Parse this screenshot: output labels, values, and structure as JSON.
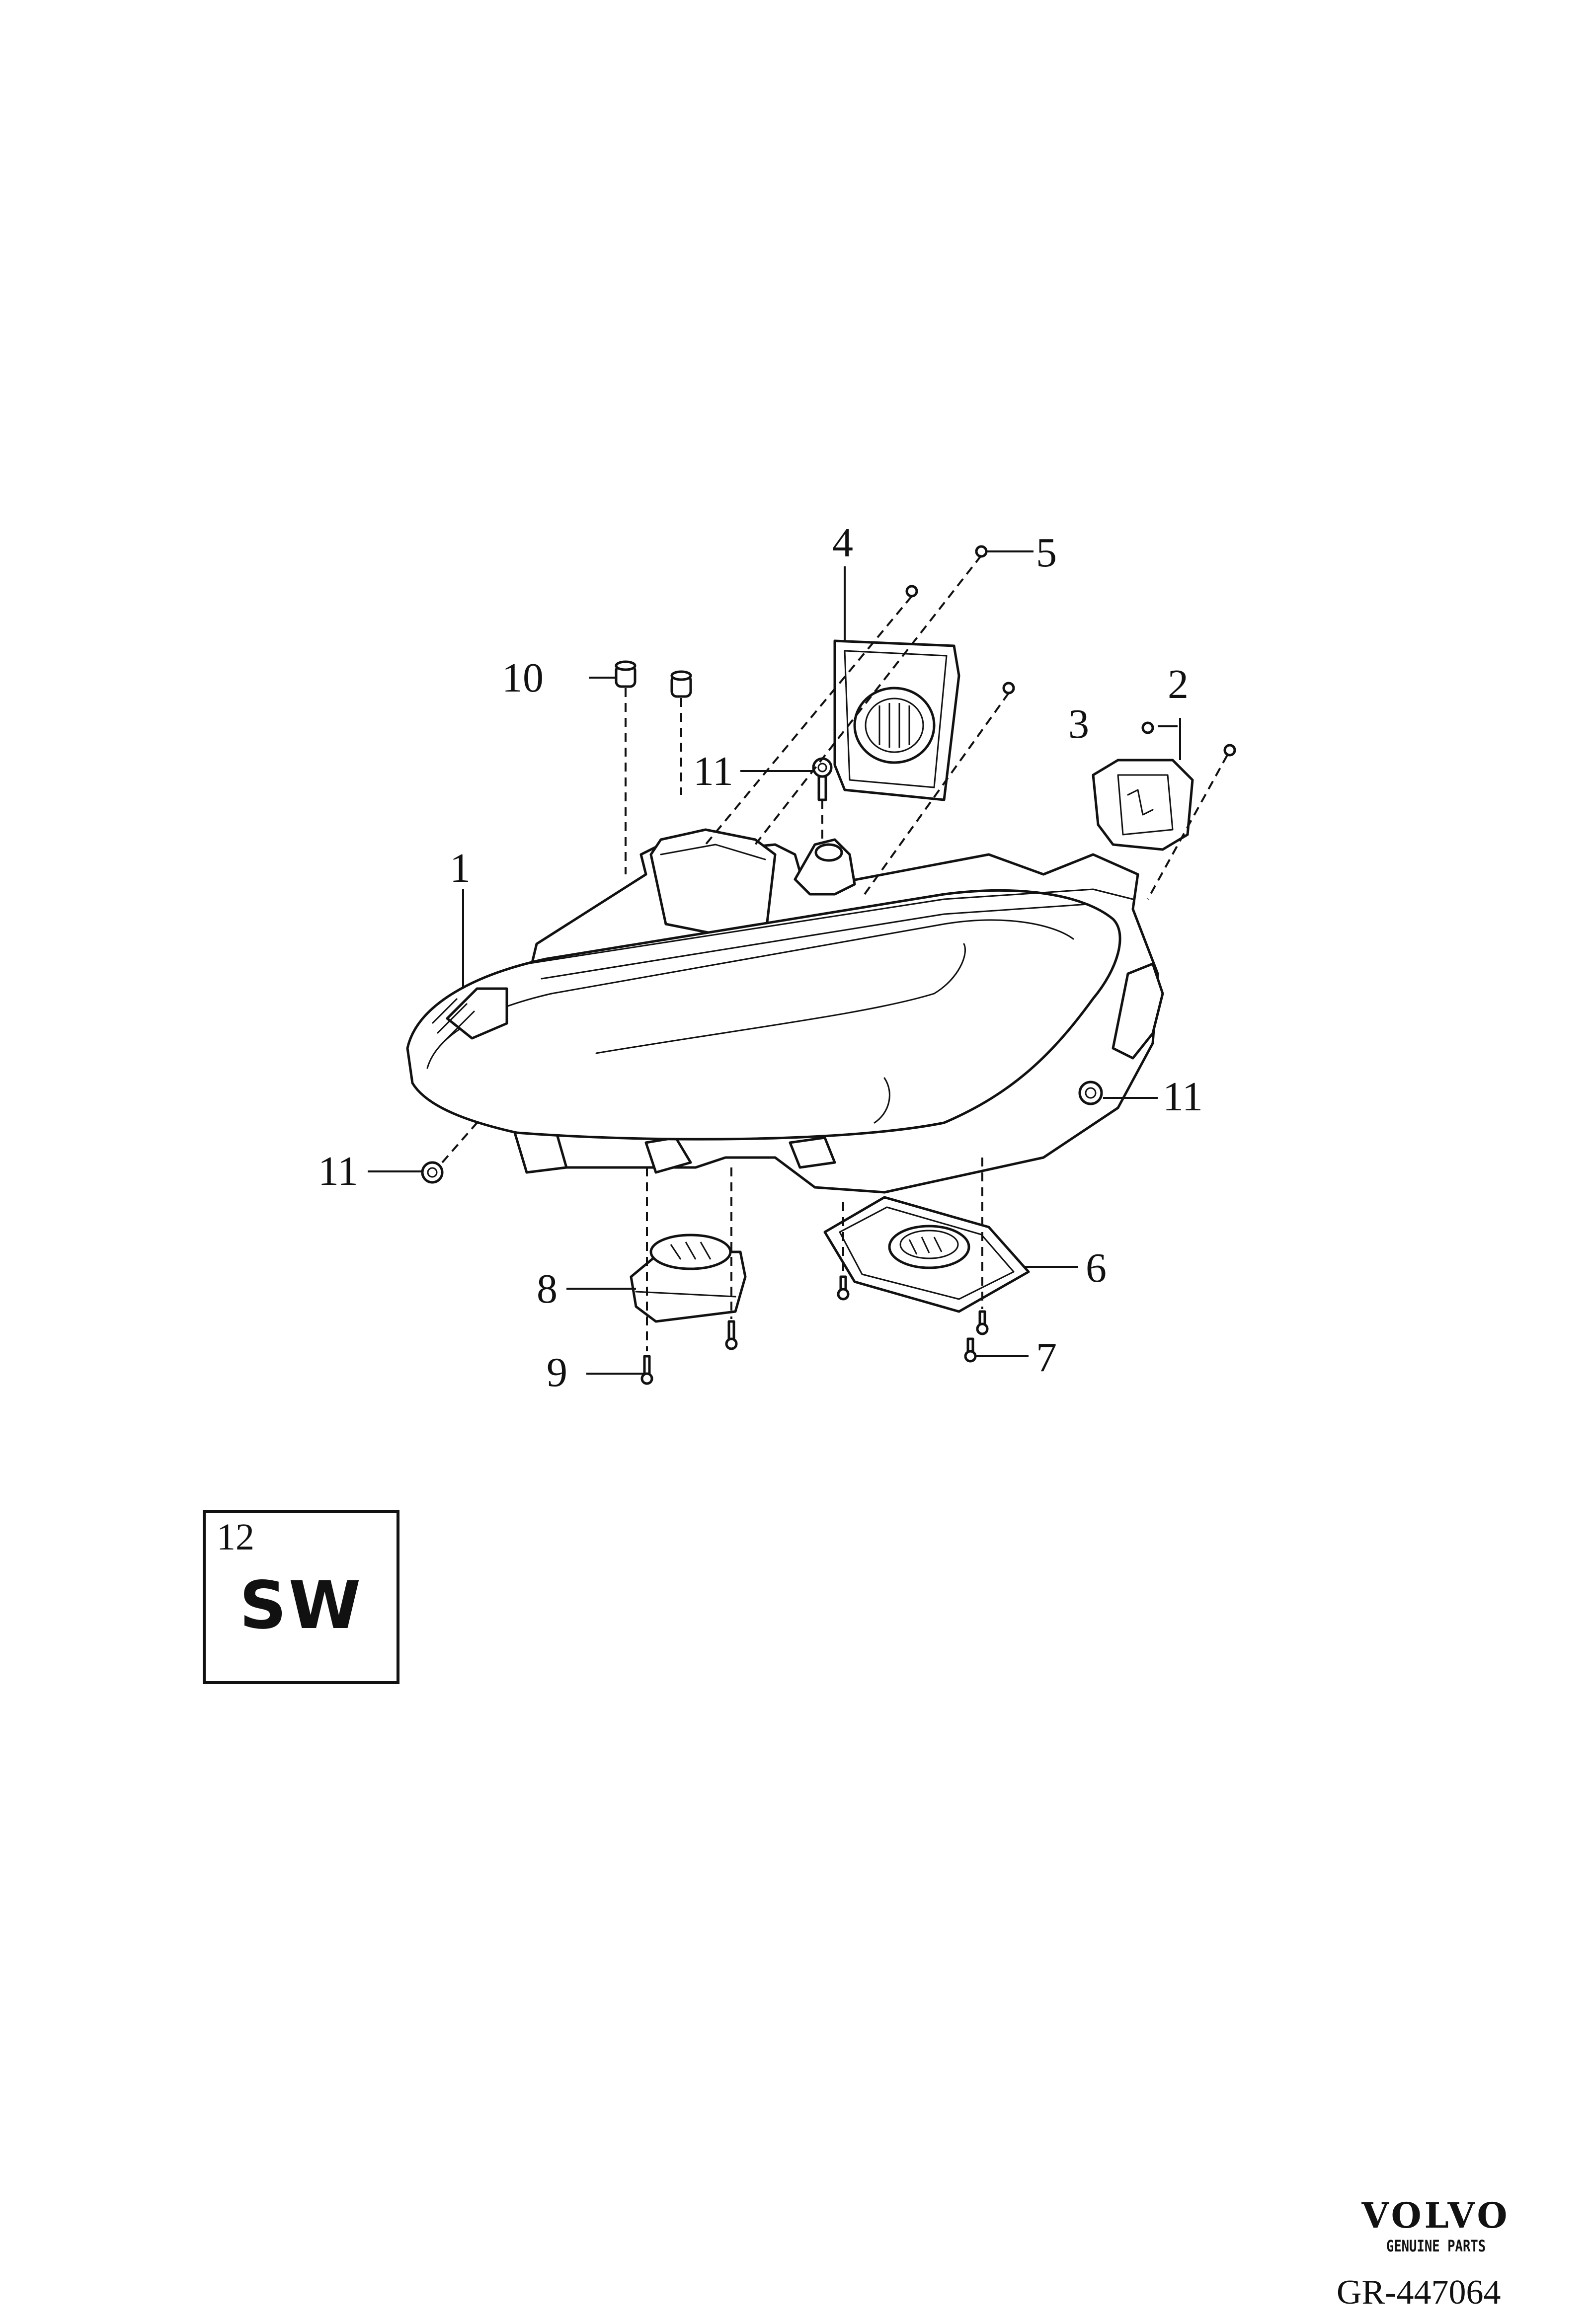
{
  "diagram": {
    "callouts": [
      {
        "id": "1",
        "label": "1"
      },
      {
        "id": "2",
        "label": "2"
      },
      {
        "id": "3",
        "label": "3"
      },
      {
        "id": "4",
        "label": "4"
      },
      {
        "id": "5",
        "label": "5"
      },
      {
        "id": "6",
        "label": "6"
      },
      {
        "id": "7",
        "label": "7"
      },
      {
        "id": "8",
        "label": "8"
      },
      {
        "id": "9",
        "label": "9"
      },
      {
        "id": "10",
        "label": "10"
      },
      {
        "id": "11a",
        "label": "11"
      },
      {
        "id": "11b",
        "label": "11"
      },
      {
        "id": "11c",
        "label": "11"
      }
    ],
    "software_box": {
      "number": "12",
      "text": "SW"
    },
    "brand": {
      "name": "VOLVO",
      "subtitle": "GENUINE PARTS"
    },
    "reference": "GR-447064"
  }
}
